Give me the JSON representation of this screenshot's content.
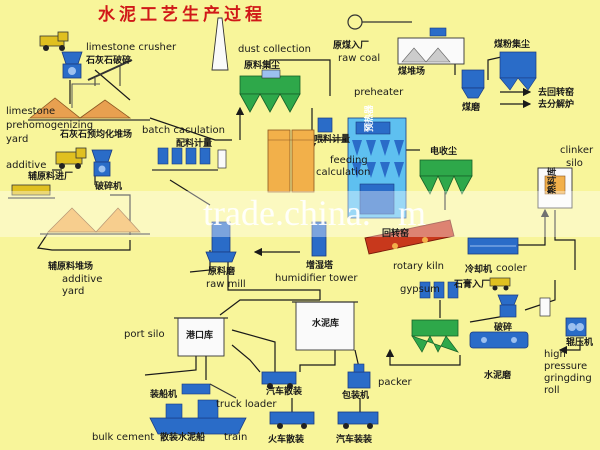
{
  "title": "水泥工艺生产过程",
  "labels": {
    "limestone_crusher_en": "limestone crusher",
    "limestone_crusher_zh": "石灰石破碎",
    "dust_collection_en": "dust collection",
    "raw_dust_collector_zh": "原料集尘",
    "raw_coal_in_zh": "原煤入厂",
    "raw_coal_en": "raw coal",
    "coal_yard_zh": "煤堆场",
    "coal_dust_collector_zh": "煤粉集尘",
    "coal_mill_zh": "煤磨",
    "to_kiln_tail_zh": "去回转窑",
    "to_calciner_zh": "去分解炉",
    "limestone_prehomo_en_1": "limestone",
    "limestone_prehomo_en_2": "prehomogenizing",
    "limestone_prehomo_en_3": "yard",
    "limestone_prehomo_zh": "石灰石预均化堆场",
    "batch_calc_en": "batch caculation",
    "batch_calc_zh": "配料计量",
    "preheater_en": "preheater",
    "preheater_zh": "预热器",
    "feed_calc_zh": "喂料计量",
    "feeding_calc_en_1": "feeding",
    "feeding_calc_en_2": "calculation",
    "clinker_en_1": "clinker",
    "clinker_en_2": "silo",
    "clinker_silo_zh": "熟料库",
    "electrostatic_zh": "电收尘",
    "additive_en": "additive",
    "additive_in_zh": "辅原料进厂",
    "crusher_zh": "破碎机",
    "rotary_kiln_zh": "回转窑",
    "rotary_kiln_en": "rotary kiln",
    "cooler_zh": "冷却机",
    "cooler_en": "cooler",
    "additive_yard_zh": "辅原料堆场",
    "additive_yard_en_1": "additive",
    "additive_yard_en_2": "yard",
    "raw_mill_zh": "原料磨",
    "raw_mill_en": "raw mill",
    "humidifier_zh": "增湿塔",
    "humidifier_en": "humidifier tower",
    "gypsum_en": "gypsum",
    "gypsum_in_zh": "石膏入厂",
    "crusher2_zh": "破碎",
    "port_silo_en": "port silo",
    "port_silo_zh": "港口库",
    "cement_silo_zh": "水泥库",
    "cement_mill_zh": "水泥磨",
    "roller_press_zh": "辊压机",
    "hpgr_en_1": "high",
    "hpgr_en_2": "pressure",
    "hpgr_en_3": "gringding",
    "hpgr_en_4": "roll",
    "packer_en": "packer",
    "packing_machine_zh": "包装机",
    "ship_loader_zh": "装船机",
    "truck_bulk_zh": "汽车散装",
    "truck_loader_en": "truck loader",
    "bulk_cement_en": "bulk cement",
    "bulk_cement_zh": "散装水泥船",
    "train_en": "train",
    "train_bulk_zh": "火车散装",
    "truck_load_zh": "汽车装装"
  },
  "watermark": {
    "text": "trade.china.",
    "text_end": "m"
  },
  "colors": {
    "background": "#f8f59a",
    "equipment_blue": "#2a6cc8",
    "dust_green": "#2ea84a",
    "kiln_red": "#c8381c",
    "title_red": "#d01818",
    "line": "#1a1a1a"
  }
}
